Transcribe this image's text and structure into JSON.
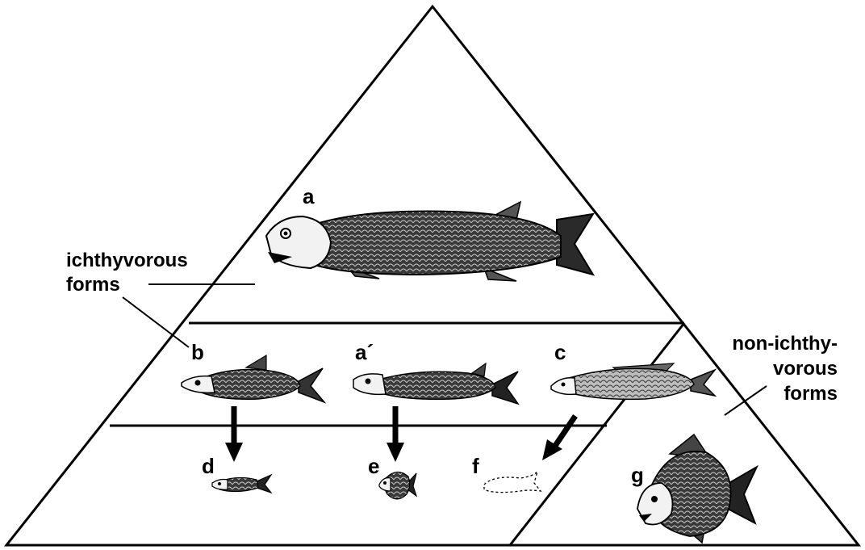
{
  "labels": {
    "ichthyvorous_line1": "ichthyvorous",
    "ichthyvorous_line2": "forms",
    "non_ichthy_line1": "non-ichthy-",
    "non_ichthy_line2": "vorous",
    "non_ichthy_line3": "forms"
  },
  "fish_letters": {
    "a": "a",
    "a_prime": "a´",
    "b": "b",
    "c": "c",
    "d": "d",
    "e": "e",
    "f": "f",
    "g": "g"
  },
  "colors": {
    "ink": "#000000",
    "fish_dark": "#2a2a2a",
    "fish_mid": "#555555",
    "fish_light": "#9a9a9a",
    "background": "#ffffff"
  }
}
